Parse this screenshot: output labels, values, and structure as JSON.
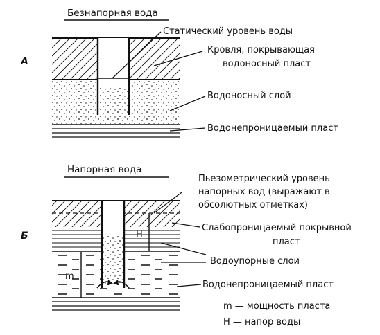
{
  "section_a": {
    "letter": "А",
    "title": "Безнапорная вода",
    "labels": {
      "static_level": "Статический уровень воды",
      "roof_line1": "Кровля, покрывающая",
      "roof_line2": "водоносный пласт",
      "aquifer": "Водоносный слой",
      "impermeable": "Водонепроницаемый пласт"
    }
  },
  "section_b": {
    "letter": "Б",
    "title": "Напорная вода",
    "labels": {
      "piezo_line1": "Пьезометрический уровень",
      "piezo_line2": "напорных вод (выражают в",
      "piezo_line3": "обсолютных отметках)",
      "weak_line1": "Слабопроницаемый покрывной",
      "weak_line2": "пласт",
      "confining": "Водоупорные слои",
      "impermeable": "Водонепроницаемый пласт",
      "legend_m": "m — мощность пласта",
      "legend_h": "H — напор воды",
      "mark_m": "m",
      "mark_h": "H"
    }
  },
  "colors": {
    "ink": "#111111",
    "background": "#ffffff"
  }
}
